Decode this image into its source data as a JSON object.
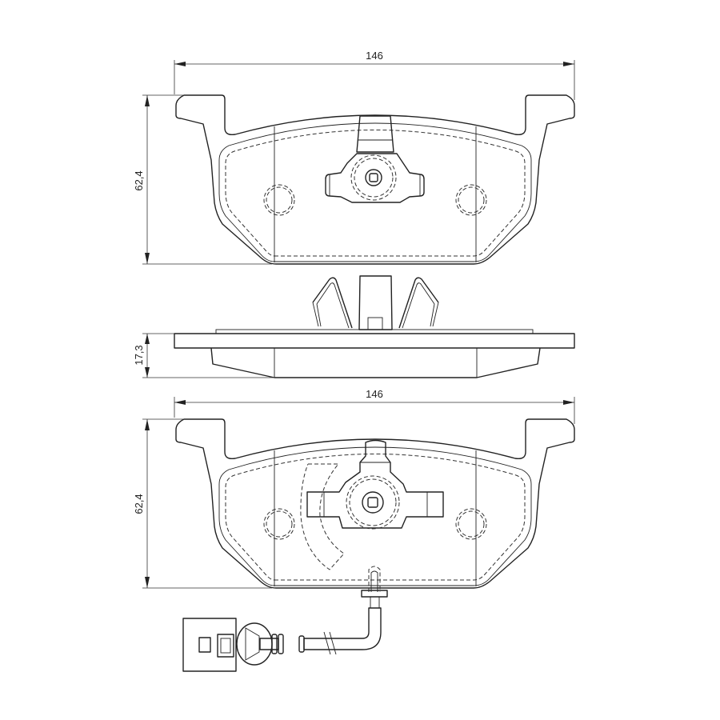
{
  "drawing": {
    "top_view": {
      "width_label": "146",
      "height_label": "62,4"
    },
    "side_view": {
      "thickness_label": "17,3"
    },
    "bottom_view": {
      "width_label": "146",
      "height_label": "62,4"
    }
  }
}
